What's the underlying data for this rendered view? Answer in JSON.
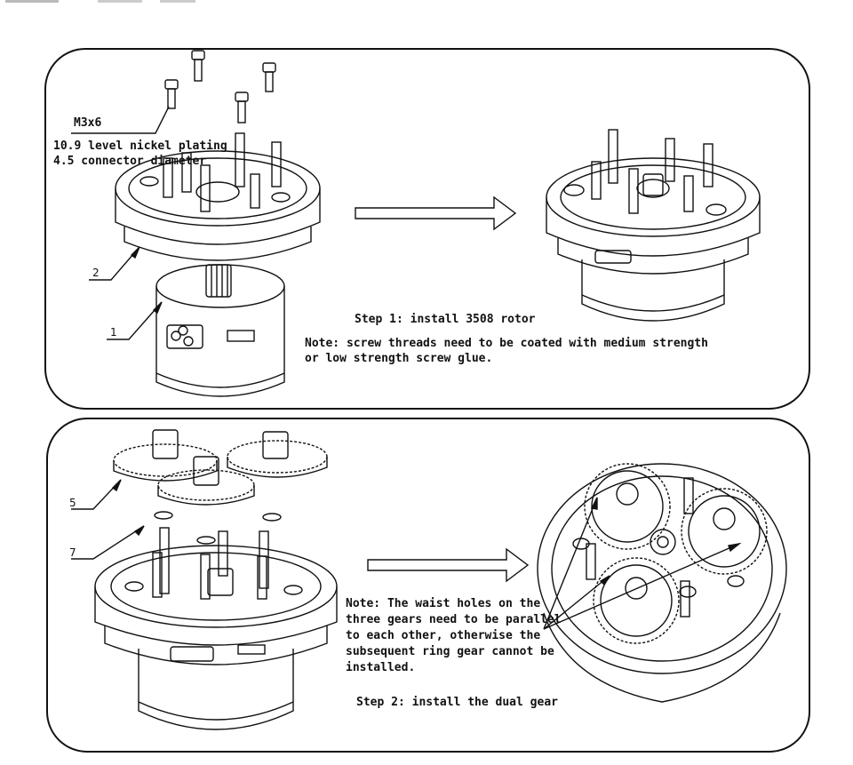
{
  "step1": {
    "screw_spec": "M3x6",
    "screw_note_1": "10.9 level nickel plating",
    "screw_note_2": "4.5 connector diameter",
    "callouts": [
      "2",
      "1"
    ],
    "title": "Step 1: install 3508 rotor",
    "note_line_1": "Note: screw threads need to be coated with medium strength",
    "note_line_2": "or low strength screw glue."
  },
  "step2": {
    "callouts": [
      "5",
      "7"
    ],
    "note_lines": [
      "Note: The waist holes on the",
      "three gears need to be parallel",
      "to each other, otherwise the",
      "subsequent ring gear cannot be",
      "installed."
    ],
    "title": "Step 2: install the dual gear"
  },
  "colors": {
    "line": "#111111",
    "background": "#ffffff"
  },
  "icons": [
    "arrow-right-icon",
    "arrow-right-icon"
  ]
}
